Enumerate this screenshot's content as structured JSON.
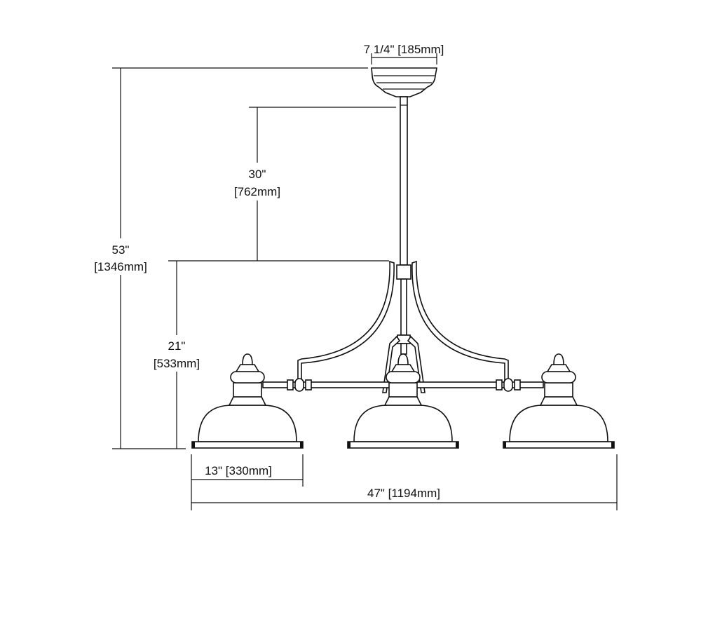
{
  "dimensions": {
    "canopy_width": "7 1/4\" [185mm]",
    "overall_height_in": "53\"",
    "overall_height_mm": "[1346mm]",
    "chain_length_in": "30\"",
    "chain_length_mm": "[762mm]",
    "body_height_in": "21\"",
    "body_height_mm": "[533mm]",
    "shade_width": "13\" [330mm]",
    "overall_width": "47\" [1194mm]"
  },
  "colors": {
    "line": "#111111",
    "background": "#ffffff"
  }
}
